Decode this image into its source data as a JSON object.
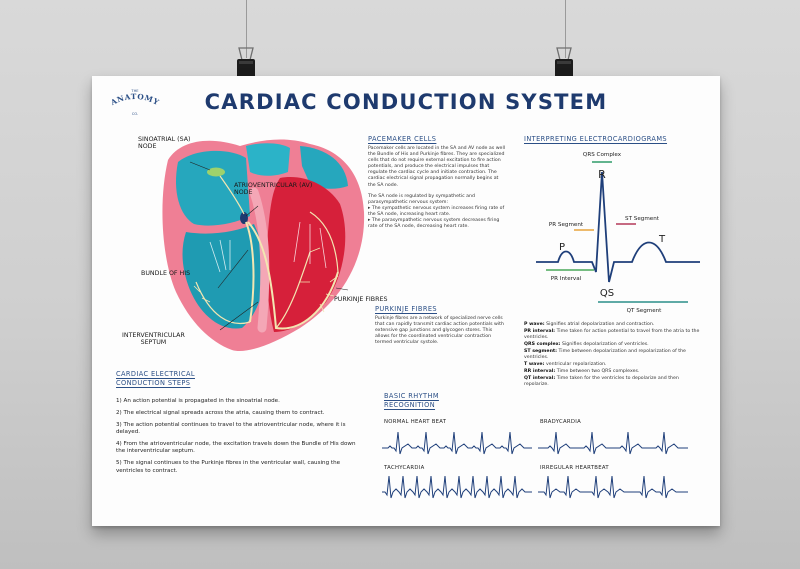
{
  "logo": {
    "top": "THE",
    "name": "ANATOMY",
    "bottom": "CO."
  },
  "title": "CARDIAC CONDUCTION SYSTEM",
  "heart": {
    "labels": {
      "sa": [
        "SINOATRIAL (SA)",
        "NODE"
      ],
      "av": [
        "ATRIOVENTRICULAR (AV)",
        "NODE"
      ],
      "his": "BUNDLE OF HIS",
      "septum": [
        "INTERVENTRICULAR",
        "SEPTUM"
      ],
      "purkinje": "PURKINJE FIBRES"
    }
  },
  "pacemaker": {
    "heading": "PACEMAKER CELLS",
    "para1": "Pacemaker cells are located in the SA and AV node as well the Bundle of His and Purkinje fibres. They are specialized cells that do not require external excitation to fire action potentials, and produce the electrical impulses that regulate the cardiac cycle and initiate contraction. The cardiac electrical signal propagation normally begins at the SA node.",
    "para2": "The SA node is regulated by sympathetic and parasympathetic nervous system:",
    "bullet1": "▸ The sympathetic nervous system increases firing rate of the SA node, increasing heart rate.",
    "bullet2": "▸ The parasympathetic nervous system decreases firing rate of the SA node, decreasing heart rate."
  },
  "purkinje_box": {
    "heading": "PURKINJE FIBRES",
    "text": "Purkinje fibres are a network of specialized nerve cells that can rapidly transmit cardiac action potentials with extensive gap junctions and glycogen stores. This allows for the coordinated ventricular contraction termed ventricular systole."
  },
  "steps": {
    "heading": [
      "CARDIAC ELECTRICAL",
      "CONDUCTION STEPS"
    ],
    "items": [
      "1) An action potential is propagated in the sinoatrial node.",
      "2) The electrical signal spreads across the atria, causing them to contract.",
      "3) The action potential continues to travel to the atrioventricular node, where it is delayed.",
      "4) From the atrioventricular node, the excitation travels down the Bundle of His down the interventricular septum.",
      "5) The signal continues to the Purkinje fibres in the ventricular wall, causing the ventricles to contract."
    ]
  },
  "ecg": {
    "heading": "INTERPRETING ELECTROCARDIOGRAMS",
    "labels": {
      "qrs_complex": "QRS Complex",
      "r": "R",
      "p": "P",
      "t": "T",
      "qs": "QS",
      "pr_segment": "PR Segment",
      "st_segment": "ST Segment",
      "pr_interval": "PR Interval",
      "qt_segment": "QT Segment"
    },
    "colors": {
      "qrs": "#2e9c6a",
      "pr": "#e8a33c",
      "st": "#b43a5a",
      "pr_interval": "#4aa85a",
      "qt": "#2b8f8a",
      "trace": "#1f3f7a"
    },
    "definitions": [
      {
        "term": "P wave:",
        "text": "Signifies atrial depolarization and contraction."
      },
      {
        "term": "PR interval:",
        "text": "Time taken for action potential to travel from the atria to the ventricles."
      },
      {
        "term": "QRS complex:",
        "text": "Signifies depolarization of ventricles."
      },
      {
        "term": "ST segment:",
        "text": "Time between depolarization and repolarization of the ventricles."
      },
      {
        "term": "T wave:",
        "text": "ventricular repolarization."
      },
      {
        "term": "RR interval:",
        "text": "Time between two QRS complexes."
      },
      {
        "term": "QT interval:",
        "text": "Time taken for the ventricles to depolarize and then repolarize."
      }
    ]
  },
  "rhythm": {
    "heading": [
      "BASIC RHYTHM",
      "RECOGNITION"
    ],
    "normal": "NORMAL HEART BEAT",
    "brady": "BRADYCARDIA",
    "tachy": "TACHYCARDIA",
    "irregular": "IRREGULAR HEARTBEAT"
  }
}
